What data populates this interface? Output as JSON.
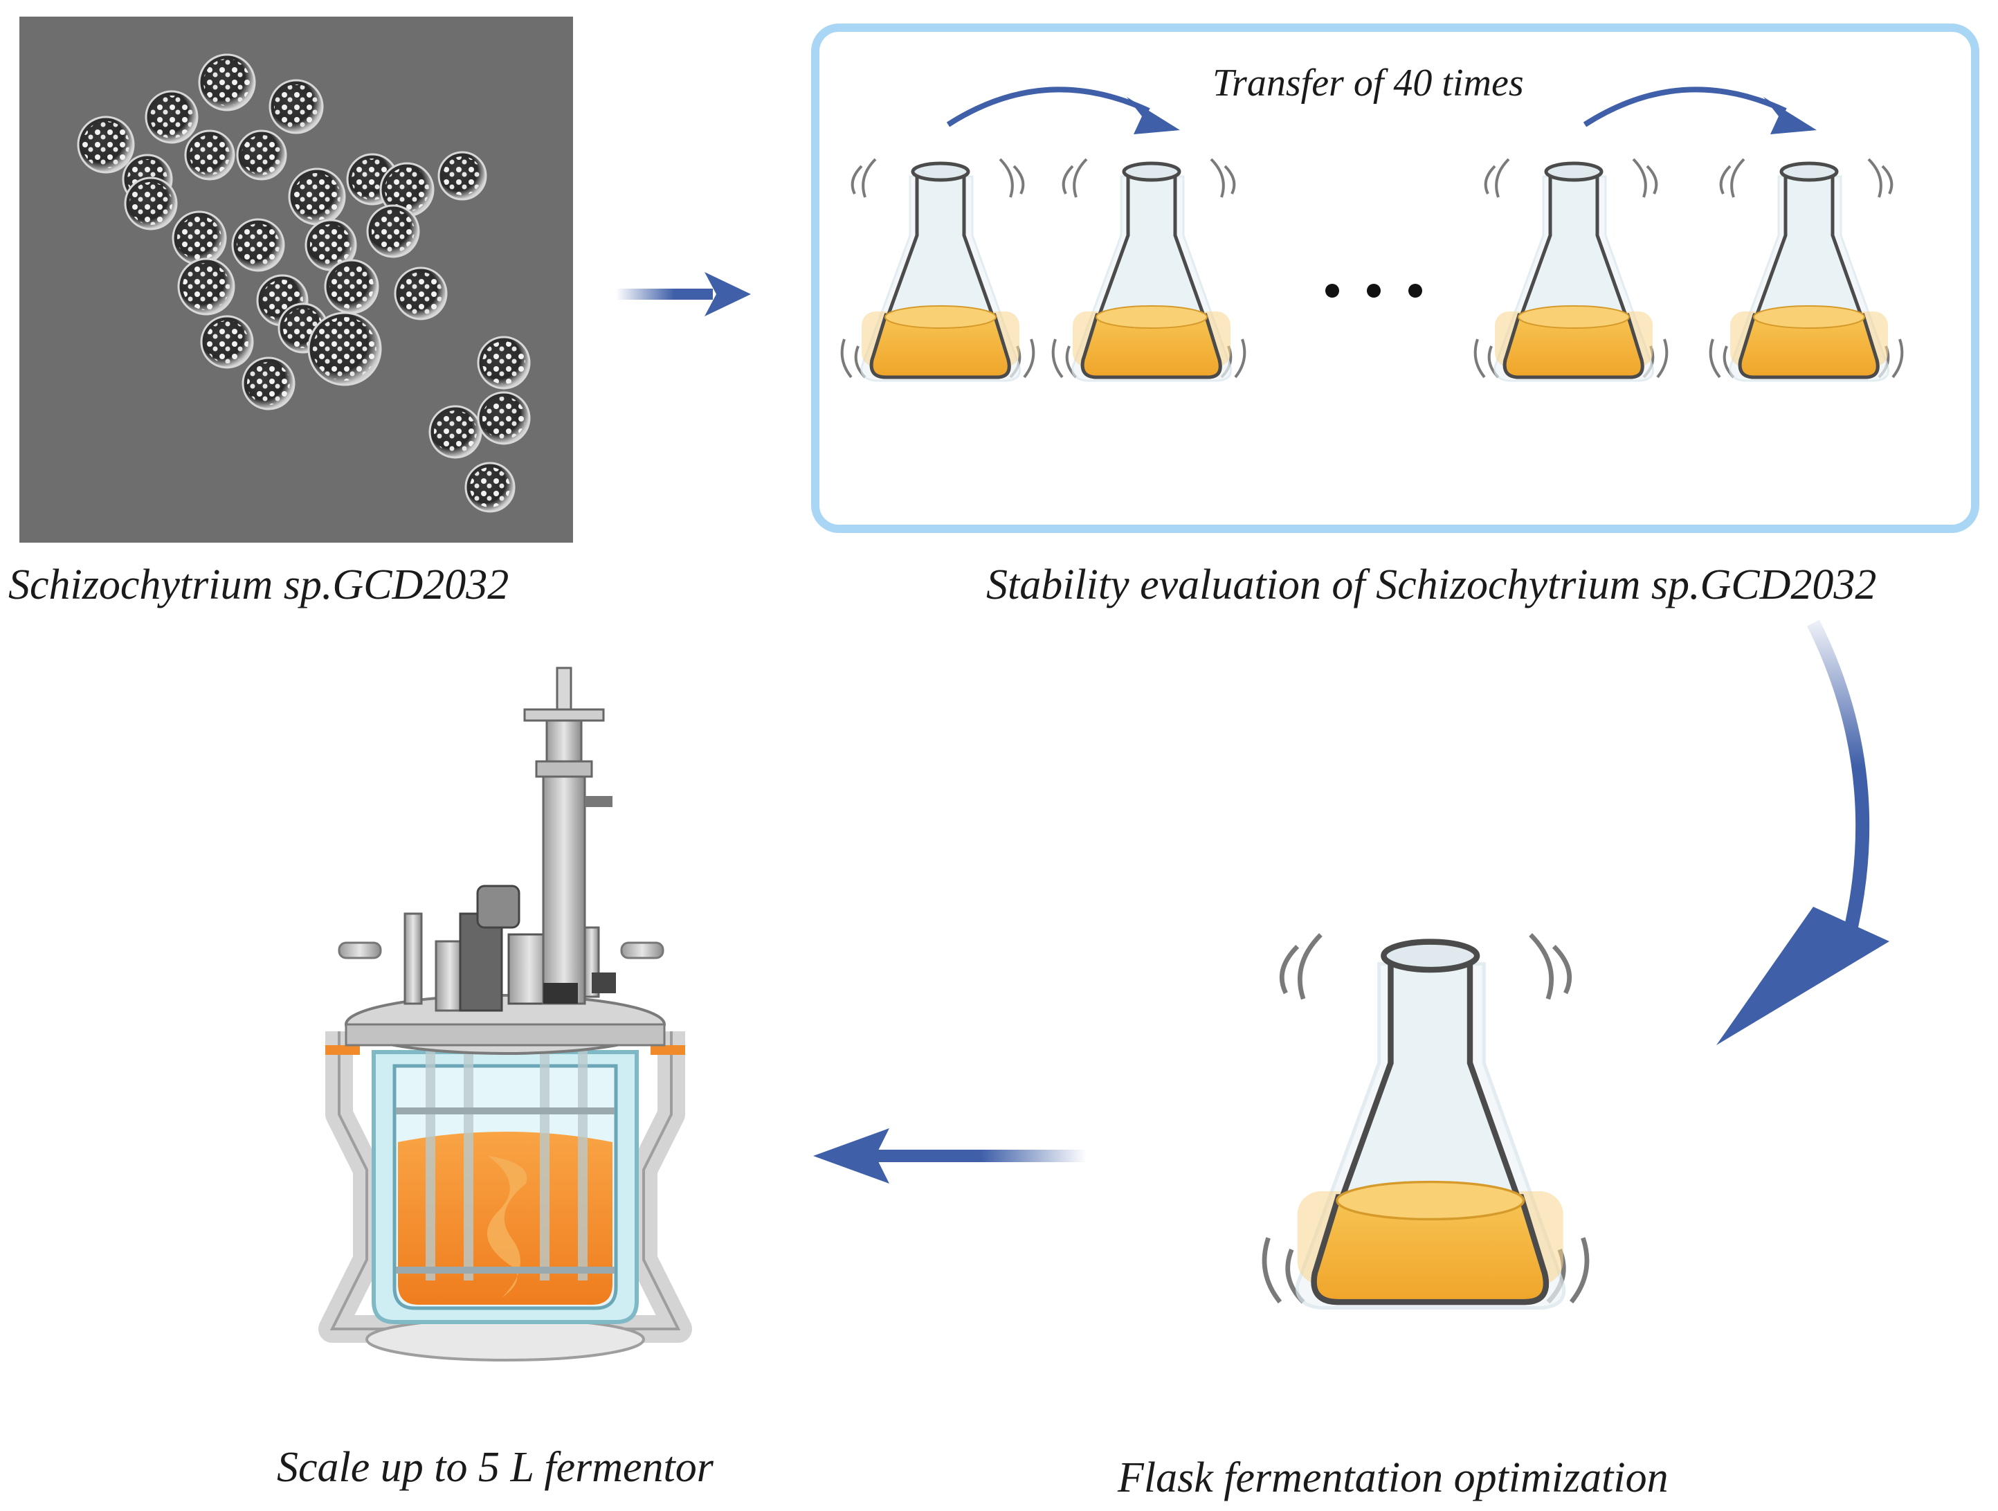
{
  "captions": {
    "microorganism": "Schizochytrium sp.GCD2032",
    "stability": "Stability evaluation of Schizochytrium sp.GCD2032",
    "transfer": "Transfer of 40 times",
    "flask": "Flask fermentation optimization",
    "fermentor": "Scale up to 5 L fermentor"
  },
  "colors": {
    "arrow": "#3f5fa8",
    "box_border": "#a9d6f4",
    "medium": "#f3b73a",
    "fermentor_medium": "#f58a2a",
    "micrograph_bg": "#6f6f6f"
  },
  "icons": [
    "micrograph-image",
    "shaking-flask-icon",
    "fermentor-icon",
    "ellipsis-icon",
    "flow-arrow-icon"
  ]
}
